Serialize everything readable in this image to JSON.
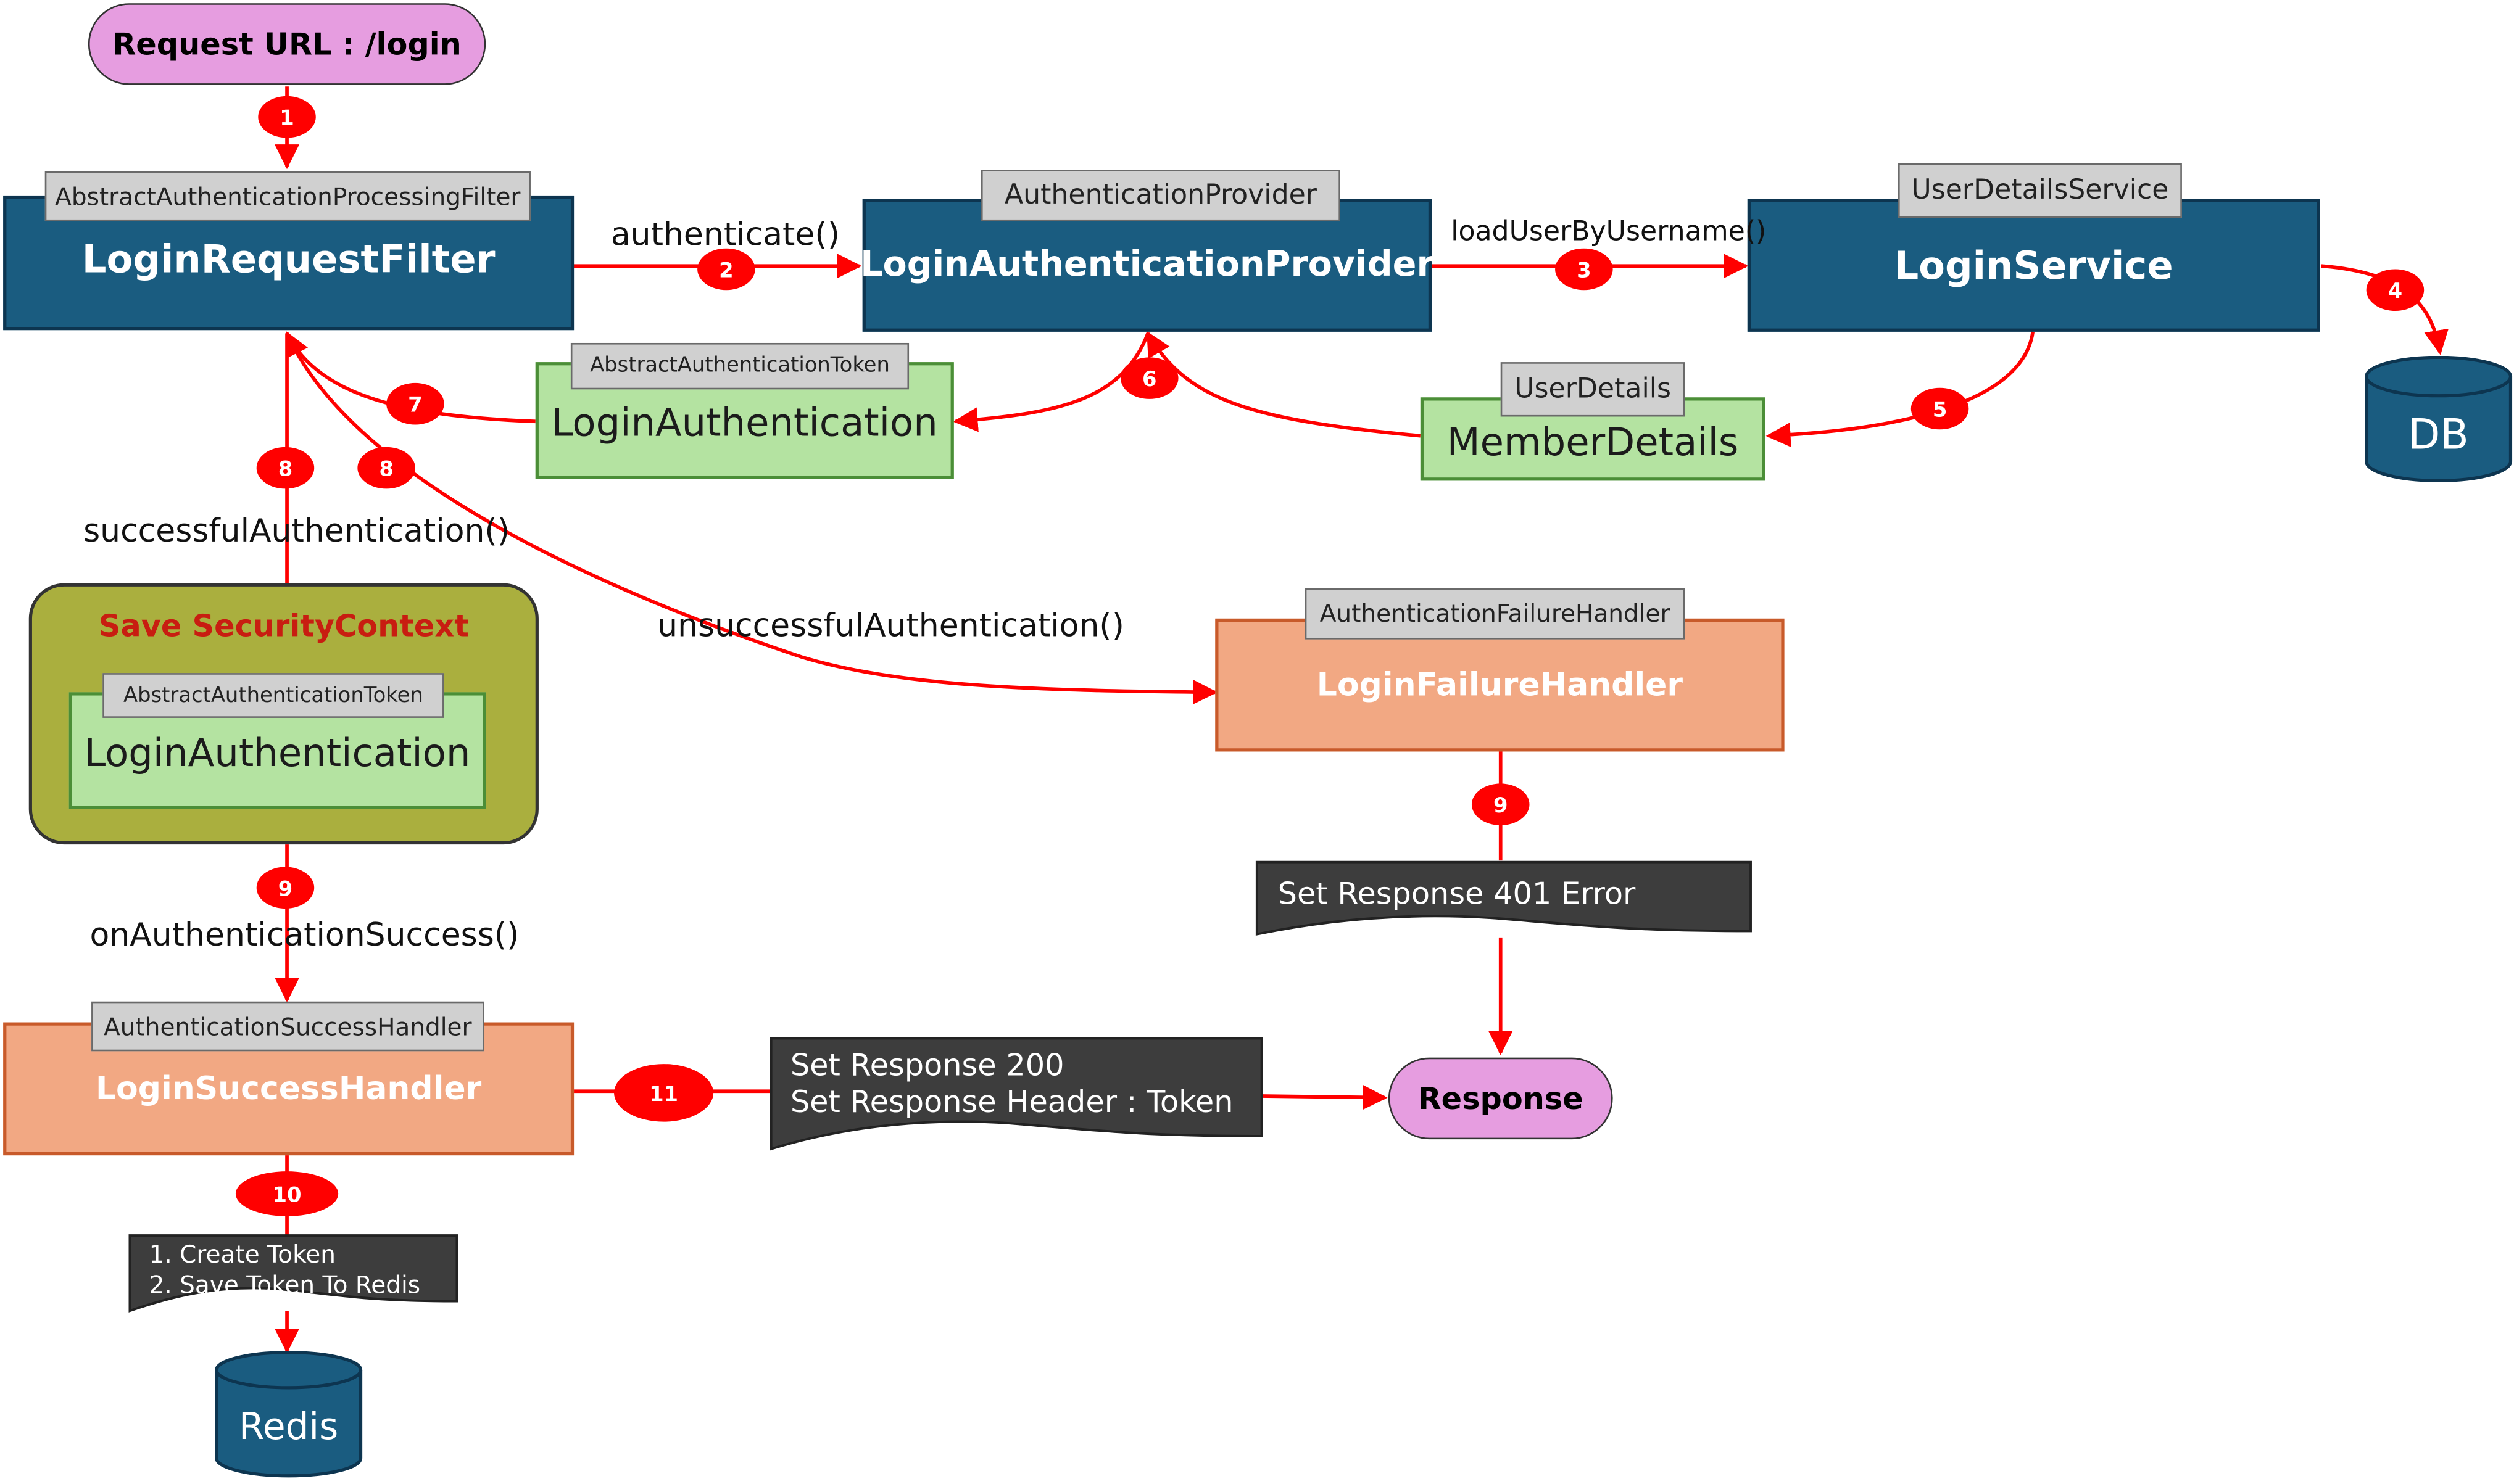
{
  "nodes": {
    "request_url": "Request URL : /login",
    "login_request_filter": {
      "tag": "AbstractAuthenticationProcessingFilter",
      "label": "LoginRequestFilter"
    },
    "login_authentication_provider": {
      "tag": "AuthenticationProvider",
      "label": "LoginAuthenticationProvider"
    },
    "login_service": {
      "tag": "UserDetailsService",
      "label": "LoginService"
    },
    "db": "DB",
    "login_authentication": {
      "tag": "AbstractAuthenticationToken",
      "label": "LoginAuthentication"
    },
    "member_details": {
      "tag": "UserDetails",
      "label": "MemberDetails"
    },
    "security_context": {
      "title": "Save SecurityContext",
      "tag": "AbstractAuthenticationToken",
      "label": "LoginAuthentication"
    },
    "login_failure_handler": {
      "tag": "AuthenticationFailureHandler",
      "label": "LoginFailureHandler"
    },
    "login_success_handler": {
      "tag": "AuthenticationSuccessHandler",
      "label": "LoginSuccessHandler"
    },
    "response": "Response",
    "redis": "Redis"
  },
  "edge_labels": {
    "authenticate": "authenticate()",
    "load_user": "loadUserByUsername()",
    "successful_auth": "successfulAuthentication()",
    "unsuccessful_auth": "unsuccessfulAuthentication()",
    "on_auth_success": "onAuthenticationSuccess()"
  },
  "notes": {
    "error_401": "Set Response 401 Error",
    "response_200_line1": "Set Response 200",
    "response_200_line2": "Set Response Header : Token",
    "token_line1": "1. Create Token",
    "token_line2": "2. Save Token To Redis"
  },
  "steps": {
    "s1": "1",
    "s2": "2",
    "s3": "3",
    "s4": "4",
    "s5": "5",
    "s6": "6",
    "s7": "7",
    "s8a": "8",
    "s8b": "8",
    "s9a": "9",
    "s9b": "9",
    "s10": "10",
    "s11": "11"
  },
  "colors": {
    "provider_blue": "#1a5c80",
    "token_green": "#b4e3a1",
    "handler_salmon": "#f2a883",
    "endpoint_pink": "#e69de0",
    "context_olive": "#aaaf3e",
    "arrow_red": "#ff0000",
    "note_dark": "#3d3d3d"
  }
}
